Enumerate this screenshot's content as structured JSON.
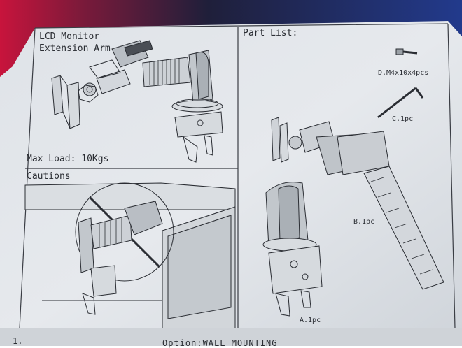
{
  "panel_top_left": {
    "title_line1": "LCD Monitor",
    "title_line2": "Extension Arm",
    "max_load": "Max Load: 10Kgs"
  },
  "panel_bottom_left": {
    "heading": "Cautions"
  },
  "panel_right": {
    "heading": "Part List:",
    "parts": {
      "a": "A.1pc",
      "b": "B.1pc",
      "c": "C.1pc",
      "d": "D.M4x10x4pcs"
    }
  },
  "footer": {
    "step_number": "1.",
    "option_text": "Option:WALL MOUNTING"
  },
  "colors": {
    "paper": "#e4e8ec",
    "ink": "#2a2d33",
    "background_left": "#c8143c",
    "background_right": "#2a3a8c"
  }
}
